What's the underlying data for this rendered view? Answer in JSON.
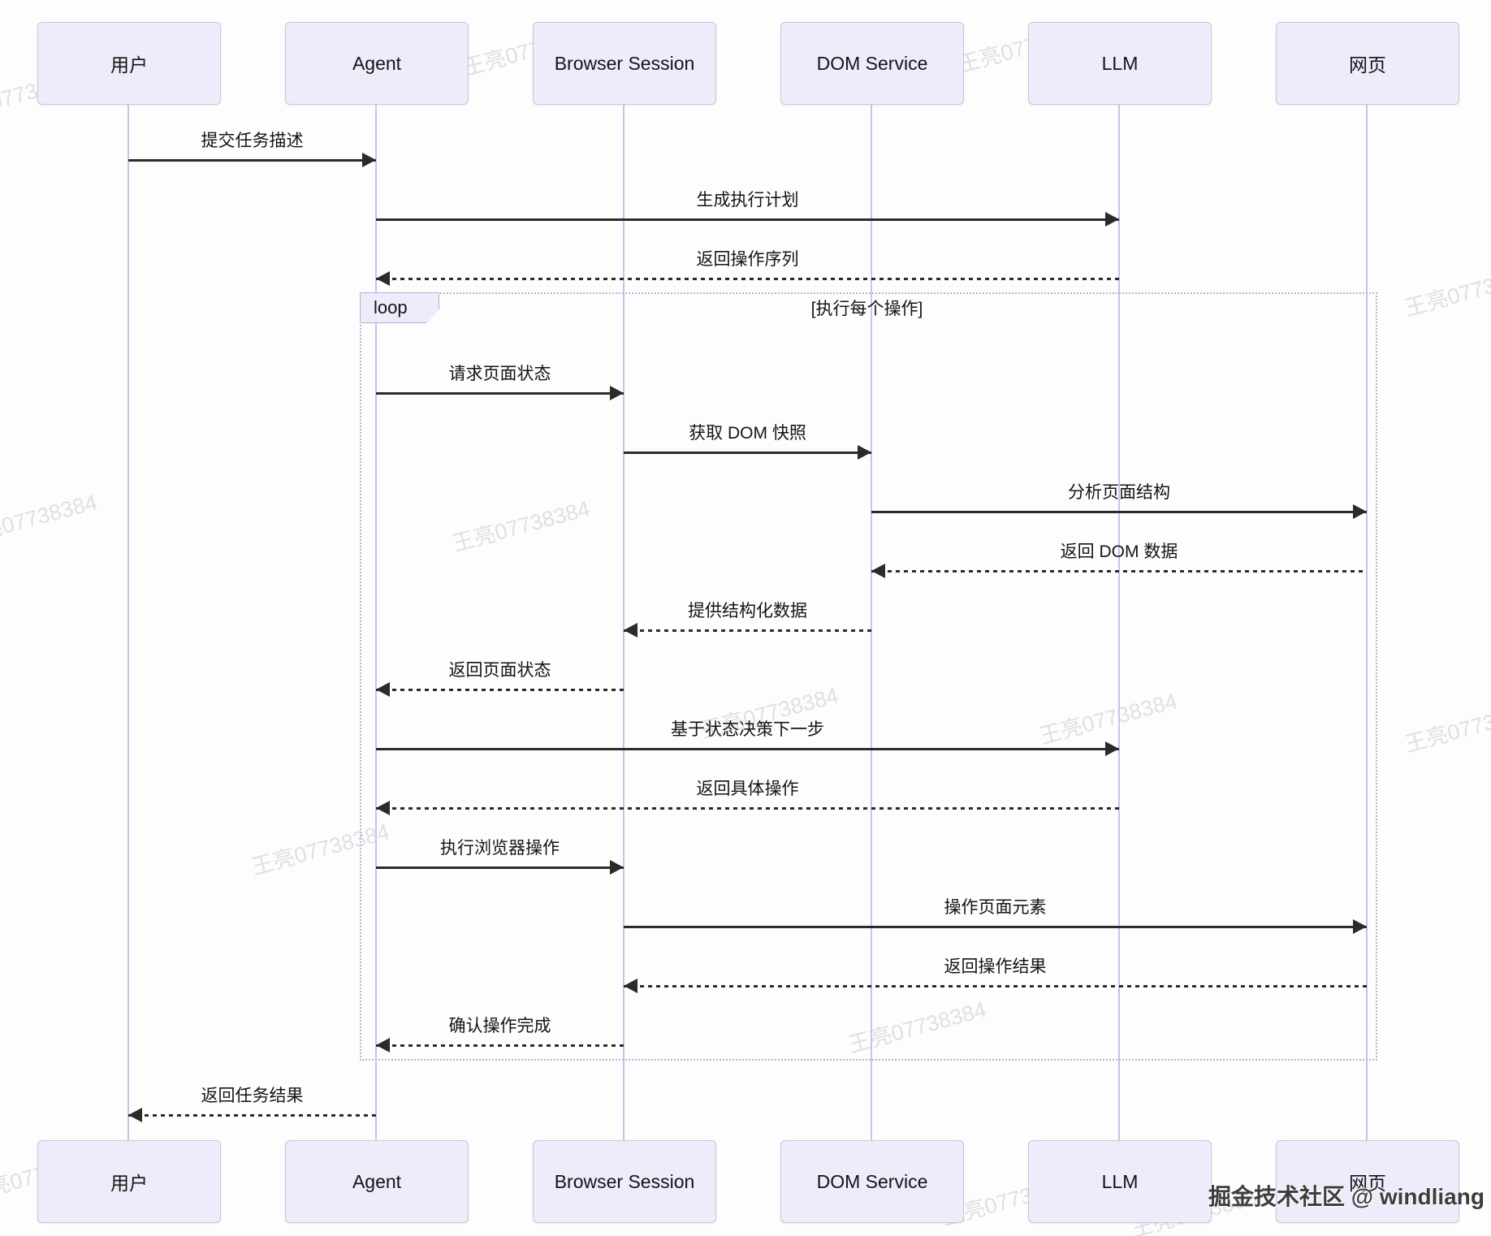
{
  "diagram": {
    "type": "sequence",
    "participants": [
      {
        "name": "用户"
      },
      {
        "name": "Agent"
      },
      {
        "name": "Browser Session"
      },
      {
        "name": "DOM Service"
      },
      {
        "name": "LLM"
      },
      {
        "name": "网页"
      }
    ],
    "loop": {
      "label": "loop",
      "condition": "[执行每个操作]"
    },
    "messages": [
      {
        "label": "提交任务描述",
        "from": "用户",
        "to": "Agent",
        "style": "solid"
      },
      {
        "label": "生成执行计划",
        "from": "Agent",
        "to": "LLM",
        "style": "solid"
      },
      {
        "label": "返回操作序列",
        "from": "LLM",
        "to": "Agent",
        "style": "dashed"
      },
      {
        "label": "请求页面状态",
        "from": "Agent",
        "to": "Browser Session",
        "style": "solid"
      },
      {
        "label": "获取 DOM 快照",
        "from": "Browser Session",
        "to": "DOM Service",
        "style": "solid"
      },
      {
        "label": "分析页面结构",
        "from": "DOM Service",
        "to": "网页",
        "style": "solid"
      },
      {
        "label": "返回 DOM 数据",
        "from": "网页",
        "to": "DOM Service",
        "style": "dashed"
      },
      {
        "label": "提供结构化数据",
        "from": "DOM Service",
        "to": "Browser Session",
        "style": "dashed"
      },
      {
        "label": "返回页面状态",
        "from": "Browser Session",
        "to": "Agent",
        "style": "dashed"
      },
      {
        "label": "基于状态决策下一步",
        "from": "Agent",
        "to": "LLM",
        "style": "solid"
      },
      {
        "label": "返回具体操作",
        "from": "LLM",
        "to": "Agent",
        "style": "dashed"
      },
      {
        "label": "执行浏览器操作",
        "from": "Agent",
        "to": "Browser Session",
        "style": "solid"
      },
      {
        "label": "操作页面元素",
        "from": "Browser Session",
        "to": "网页",
        "style": "solid"
      },
      {
        "label": "返回操作结果",
        "from": "网页",
        "to": "Browser Session",
        "style": "dashed"
      },
      {
        "label": "确认操作完成",
        "from": "Browser Session",
        "to": "Agent",
        "style": "dashed"
      },
      {
        "label": "返回任务结果",
        "from": "Agent",
        "to": "用户",
        "style": "dashed"
      }
    ],
    "watermark_text": "王亮07738384",
    "footer_credit": "掘金技术社区 @ windliang",
    "colors": {
      "participant_fill": "#ececfb",
      "participant_border": "#c6c6de",
      "lifeline": "#c5c5e6",
      "loop_border": "#b2b2da",
      "arrow": "#2b2b2b"
    }
  }
}
